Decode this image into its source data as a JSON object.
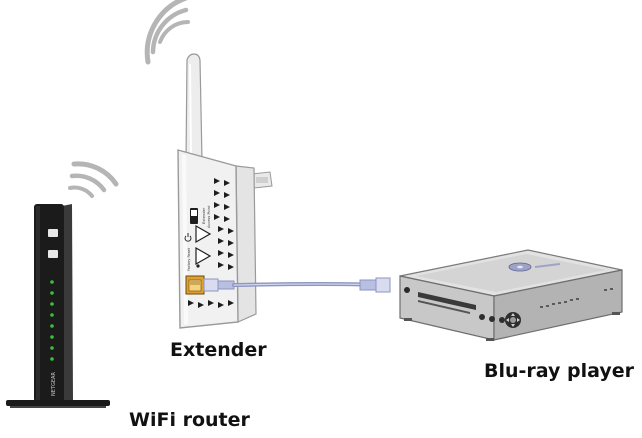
{
  "labels": {
    "extender": "Extender",
    "bluray": "Blu-ray player",
    "router": "WiFi router"
  },
  "devices": {
    "router_brand": "NETGEAR",
    "extender_switch_top": "Extender",
    "extender_switch_bottom": "Access Point",
    "extender_side_text": "Factory Reset"
  },
  "colors": {
    "router_body": "#1b1b1b",
    "router_led": "#3cbf3c",
    "extender_body": "#f1f1f1",
    "cable": "#8d95c2",
    "ethernet_port": "#e0a030",
    "player_body": "#c8c8c8"
  }
}
